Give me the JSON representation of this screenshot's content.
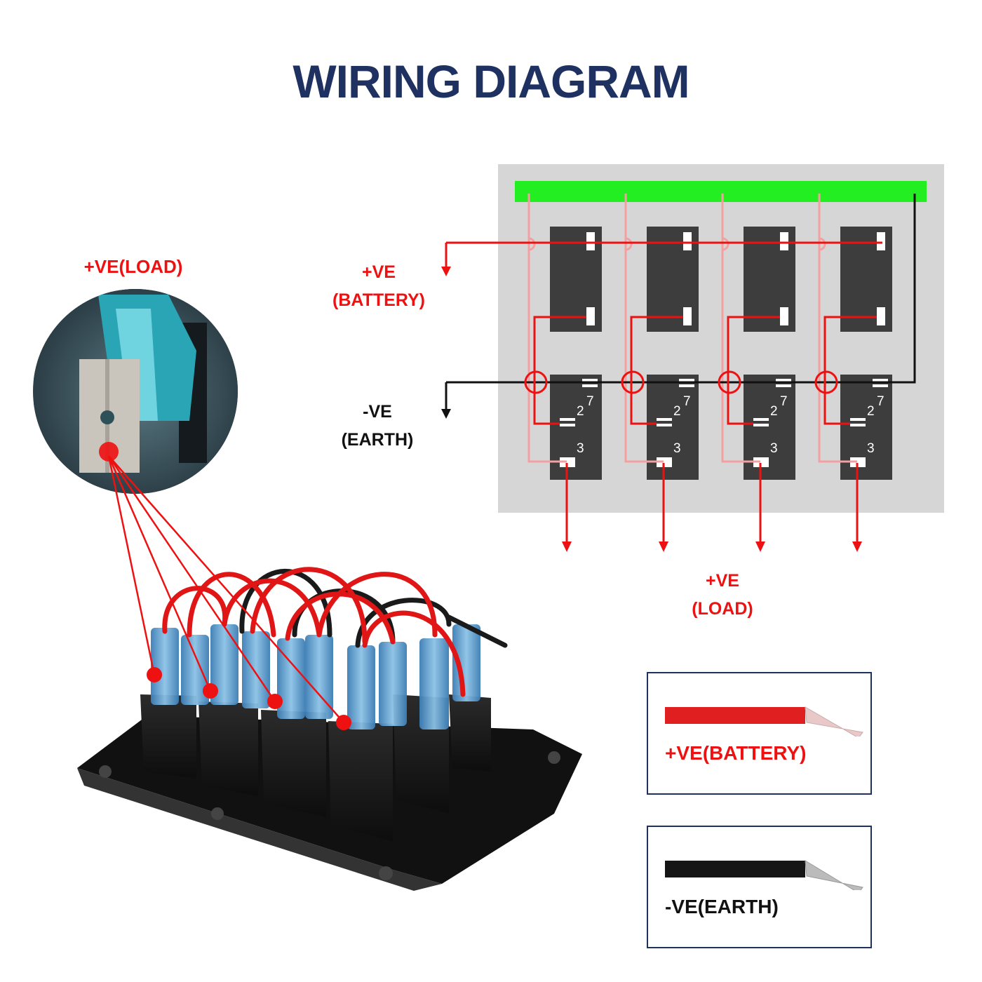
{
  "title": "WIRING DIAGRAM",
  "colors": {
    "title": "#1e3160",
    "battery_wire": "#ee1111",
    "earth_wire": "#111111",
    "bus_bar": "#22ee22",
    "load_wire_light": "#f4a0a0",
    "panel": "#d6d6d6",
    "switch_body": "#3d3d3d",
    "legend_border": "#1e3160"
  },
  "labels": {
    "load_zoom": "+VE(LOAD)",
    "battery": [
      "+VE",
      "(BATTERY)"
    ],
    "earth": [
      "-VE",
      "(EARTH)"
    ],
    "load": [
      "+VE",
      "(LOAD)"
    ]
  },
  "diagram": {
    "switch_count": 4,
    "terminal_labels": [
      "7",
      "2",
      "3"
    ]
  },
  "legend": {
    "battery_label": "+VE(BATTERY)",
    "earth_label": "-VE(EARTH)"
  },
  "photo": {
    "description_icon": "switch-panel-photo-icon",
    "zoom_icon": "terminal-zoom-icon"
  }
}
